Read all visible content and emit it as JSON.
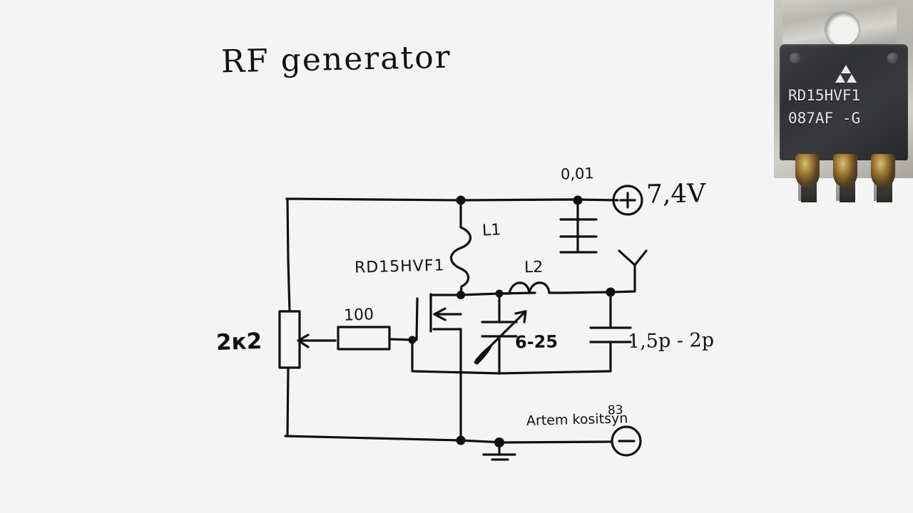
{
  "title": "RF generator",
  "background_color": "#f4f4f4",
  "ink_color": "#111111",
  "schematic": {
    "labels": {
      "supply_cap": "0,01",
      "supply_voltage": "7,4V",
      "inductor_1": "L1",
      "inductor_2": "L2",
      "transistor": "RD15HVF1",
      "gate_resistor": "100",
      "potentiometer": "2к2",
      "trimmer_cap": "6-25",
      "output_cap": "1,5p - 2p",
      "signature": "Artem kositsyn",
      "signature_suffix": "83",
      "plus_terminal": "+",
      "minus_terminal": "−"
    },
    "components": [
      {
        "ref": "2к2",
        "type": "potentiometer",
        "value": "2к2"
      },
      {
        "ref": "100",
        "type": "resistor",
        "value": "100"
      },
      {
        "ref": "RD15HVF1",
        "type": "mosfet",
        "value": "RD15HVF1"
      },
      {
        "ref": "L1",
        "type": "inductor",
        "value": "L1"
      },
      {
        "ref": "L2",
        "type": "inductor",
        "value": "L2"
      },
      {
        "ref": "0,01",
        "type": "capacitor",
        "value": "0,01"
      },
      {
        "ref": "6-25",
        "type": "variable-capacitor",
        "value": "6-25"
      },
      {
        "ref": "1,5p - 2p",
        "type": "capacitor",
        "value": "1,5p - 2p"
      },
      {
        "ref": "ANT",
        "type": "antenna",
        "value": ""
      },
      {
        "ref": "GND",
        "type": "ground",
        "value": ""
      }
    ]
  },
  "photo": {
    "part_number": "RD15HVF1",
    "date_code": "087AF -G",
    "brand_logo": "mitsubishi-three-diamonds"
  }
}
